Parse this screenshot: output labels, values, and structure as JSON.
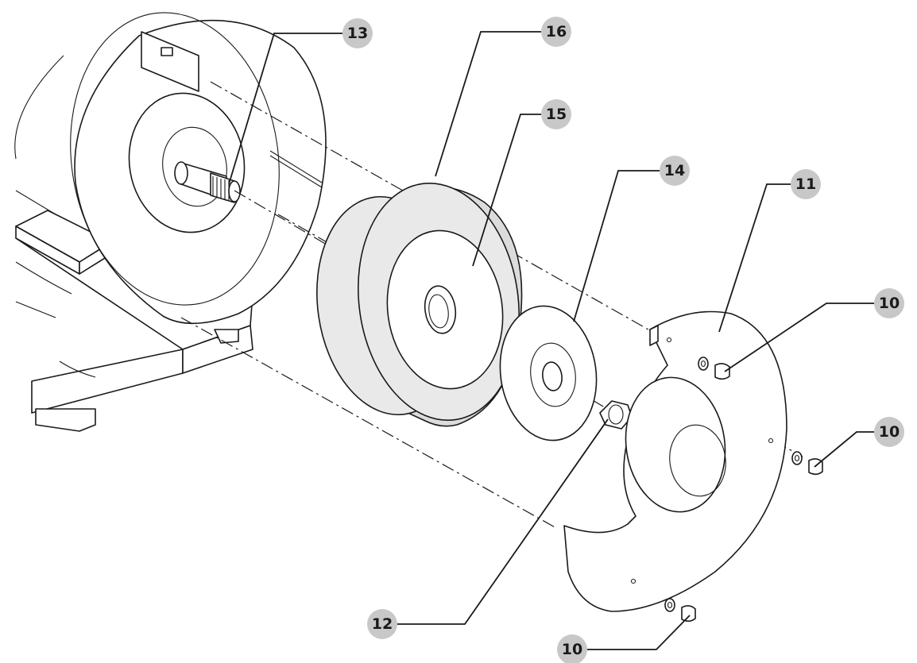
{
  "callouts": {
    "c13": "13",
    "c16": "16",
    "c15": "15",
    "c14": "14",
    "c11": "11",
    "c10a": "10",
    "c10b": "10",
    "c10c": "10",
    "c12": "12"
  },
  "colors": {
    "callout_fill": "#c8c8c8",
    "wheel_fill": "#e9e9e9",
    "line": "#1a1a1a"
  }
}
